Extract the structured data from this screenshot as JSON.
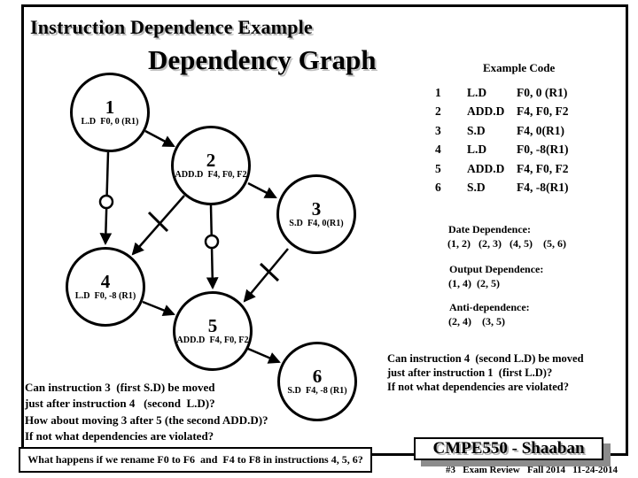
{
  "slide": {
    "title": "Instruction Dependence Example",
    "subtitle": "Dependency Graph"
  },
  "example_code": {
    "heading": "Example Code",
    "rows": [
      {
        "num": "1",
        "op": "L.D",
        "operands": "F0, 0 (R1)"
      },
      {
        "num": "2",
        "op": "ADD.D",
        "operands": "F4, F0, F2"
      },
      {
        "num": "3",
        "op": "S.D",
        "operands": "F4, 0(R1)"
      },
      {
        "num": "4",
        "op": "L.D",
        "operands": "F0, -8(R1)"
      },
      {
        "num": "5",
        "op": "ADD.D",
        "operands": "F4, F0, F2"
      },
      {
        "num": "6",
        "op": "S.D",
        "operands": "F4, -8(R1)"
      }
    ]
  },
  "graph": {
    "nodes": [
      {
        "id": "1",
        "label": "L.D  F0, 0 (R1)"
      },
      {
        "id": "2",
        "label": "ADD.D  F4, F0, F2"
      },
      {
        "id": "3",
        "label": "S.D  F4, 0(R1)"
      },
      {
        "id": "4",
        "label": "L.D  F0, -8 (R1)"
      },
      {
        "id": "5",
        "label": "ADD.D  F4, F0, F2"
      },
      {
        "id": "6",
        "label": "S.D  F4, -8 (R1)"
      }
    ],
    "edges": [
      {
        "from": "1",
        "to": "2",
        "type": "data"
      },
      {
        "from": "2",
        "to": "3",
        "type": "data"
      },
      {
        "from": "4",
        "to": "5",
        "type": "data"
      },
      {
        "from": "5",
        "to": "6",
        "type": "data"
      },
      {
        "from": "1",
        "to": "4",
        "type": "output"
      },
      {
        "from": "2",
        "to": "5",
        "type": "output"
      },
      {
        "from": "2",
        "to": "4",
        "type": "anti"
      },
      {
        "from": "3",
        "to": "5",
        "type": "anti"
      }
    ]
  },
  "dependences": {
    "data_heading": "Date Dependence:",
    "data_pairs": "(1, 2)   (2, 3)   (4, 5)    (5, 6)",
    "output_heading": "Output Dependence:",
    "output_pairs": "(1, 4)  (2, 5)",
    "anti_heading": "Anti-dependence:",
    "anti_pairs": "(2, 4)    (3, 5)"
  },
  "questions": {
    "right_lines": [
      "Can instruction 4  (second L.D) be moved",
      "just after instruction 1  (first L.D)?",
      "If not what dependencies are violated?"
    ],
    "left_lines": [
      "Can instruction 3  (first S.D) be moved",
      "just after instruction 4   (second  L.D)?",
      "How about moving 3 after 5 (the second ADD.D)?",
      "If not what dependencies are violated?"
    ]
  },
  "bottom_box_text": "What happens if we rename F0 to F6  and  F4 to F8 in instructions 4, 5, 6?",
  "footer": {
    "course": "CMPE550 - Shaaban",
    "meta": "#3   Exam Review   Fall 2014   11-24-2014"
  }
}
